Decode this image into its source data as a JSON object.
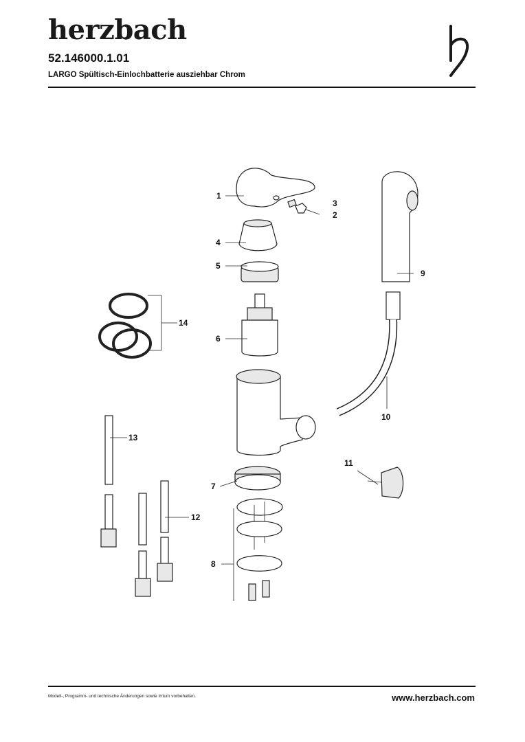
{
  "header": {
    "brand": "herzbach",
    "article_number": "52.146000.1.01",
    "product_title": "LARGO Spültisch-Einlochbatterie ausziehbar Chrom"
  },
  "diagram": {
    "part_labels": [
      "1",
      "2",
      "3",
      "4",
      "5",
      "6",
      "7",
      "8",
      "9",
      "10",
      "11",
      "12",
      "13",
      "14"
    ]
  },
  "footer": {
    "disclaimer": "Modell-, Programm- und technische Änderungen sowie Irrtum vorbehalten.",
    "website": "www.herzbach.com"
  }
}
